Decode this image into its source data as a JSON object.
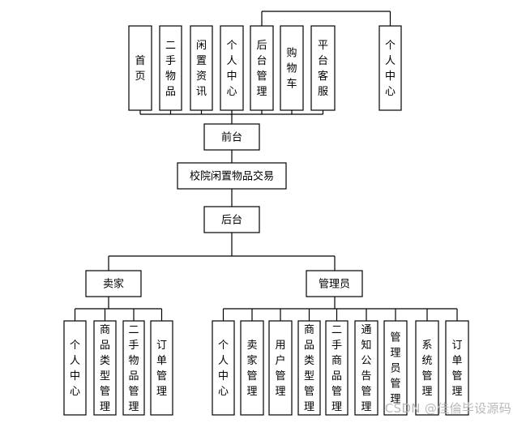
{
  "diagram": {
    "root": "校院闲置物品交易",
    "front": {
      "label": "前台",
      "modules": [
        "首页",
        "二手物品",
        "闲置资讯",
        "个人中心",
        "后台管理",
        "购物车",
        "平台客服"
      ],
      "extra": "个人中心"
    },
    "back": {
      "label": "后台",
      "seller": {
        "label": "卖家",
        "modules": [
          "个人中心",
          "商品类型管理",
          "二手物品管理",
          "订单管理"
        ]
      },
      "admin": {
        "label": "管理员",
        "modules": [
          "个人中心",
          "卖家管理",
          "用户管理",
          "商品类型管理",
          "二手商品管理",
          "通知公告管理",
          "管理员管理",
          "系统管理",
          "订单管理"
        ]
      }
    }
  },
  "watermark": "CSDN @佳倫毕设源码"
}
